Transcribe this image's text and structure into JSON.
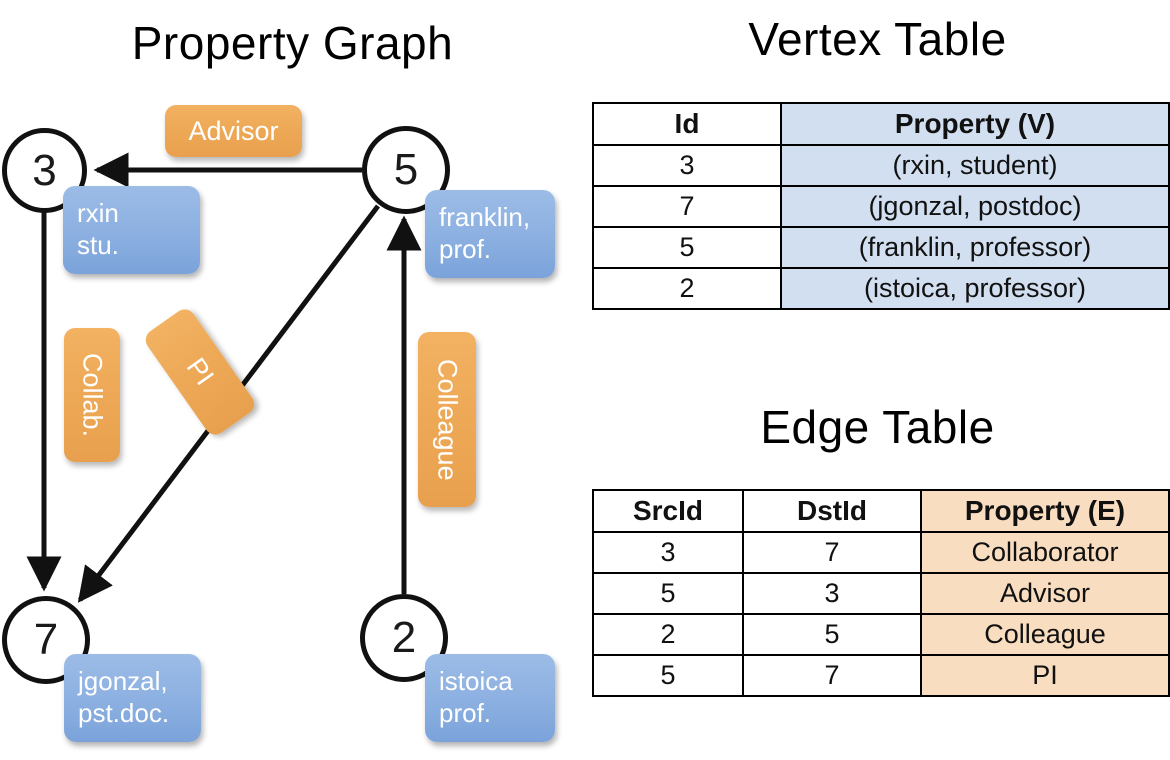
{
  "titles": {
    "property_graph": "Property Graph",
    "vertex_table": "Vertex Table",
    "edge_table": "Edge Table"
  },
  "graph": {
    "nodes": [
      {
        "id": "3",
        "property": "rxin\nstu."
      },
      {
        "id": "5",
        "property": "franklin,\nprof."
      },
      {
        "id": "7",
        "property": "jgonzal,\npst.doc."
      },
      {
        "id": "2",
        "property": "istoica\nprof."
      }
    ],
    "node_labels": {
      "n3": "3",
      "n5": "5",
      "n7": "7",
      "n2": "2"
    },
    "vertex_boxes": {
      "rxin_line1": "rxin",
      "rxin_line2": "stu.",
      "franklin_line1": "franklin,",
      "franklin_line2": "prof.",
      "jgonzal_line1": "jgonzal,",
      "jgonzal_line2": "pst.doc.",
      "istoica_line1": "istoica",
      "istoica_line2": "prof."
    },
    "edge_labels": {
      "advisor": "Advisor",
      "collab": "Collab.",
      "pi": "PI",
      "colleague": "Colleague"
    },
    "edges": [
      {
        "from": "5",
        "to": "3",
        "label": "Advisor"
      },
      {
        "from": "3",
        "to": "7",
        "label": "Collab."
      },
      {
        "from": "5",
        "to": "7",
        "label": "PI"
      },
      {
        "from": "2",
        "to": "5",
        "label": "Colleague"
      }
    ]
  },
  "vertex_table": {
    "headers": [
      "Id",
      "Property (V)"
    ],
    "rows": [
      [
        "3",
        "(rxin, student)"
      ],
      [
        "7",
        "(jgonzal, postdoc)"
      ],
      [
        "5",
        "(franklin, professor)"
      ],
      [
        "2",
        "(istoica, professor)"
      ]
    ]
  },
  "edge_table": {
    "headers": [
      "SrcId",
      "DstId",
      "Property (E)"
    ],
    "rows": [
      [
        "3",
        "7",
        "Collaborator"
      ],
      [
        "5",
        "3",
        "Advisor"
      ],
      [
        "2",
        "5",
        "Colleague"
      ],
      [
        "5",
        "7",
        "PI"
      ]
    ]
  },
  "colors": {
    "vertex_fill": "#d2dff0",
    "edge_fill": "#f8ddc0",
    "node_blue_box": "#8fb2e2",
    "edge_orange_box": "#eeaa58",
    "stroke": "#000000"
  }
}
